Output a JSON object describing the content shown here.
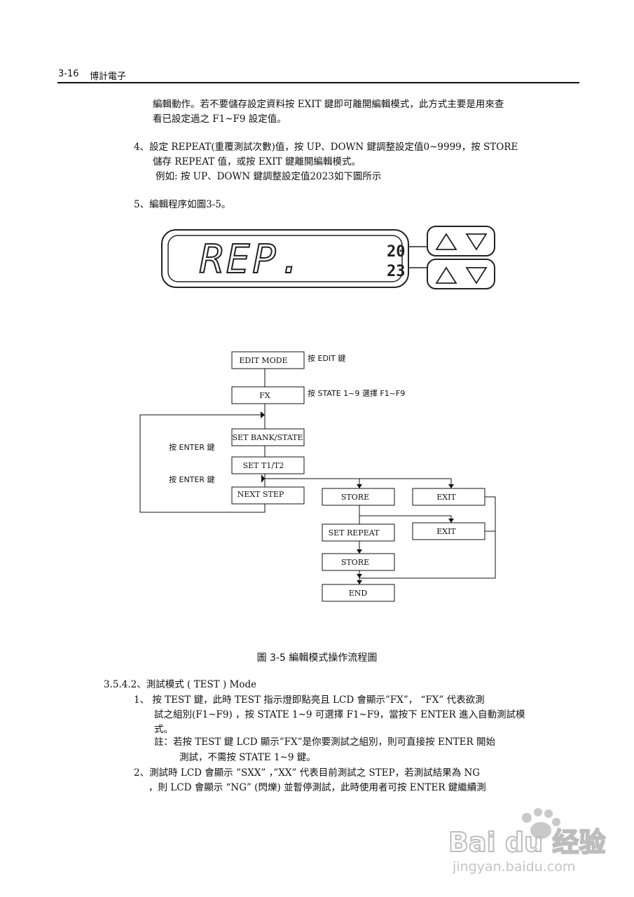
{
  "header": {
    "page_number": "3-16",
    "company": "博計電子"
  },
  "edit_section": {
    "para_cont_1": "編輯動作。若不要儲存設定資料按 EXIT 鍵即可離開編輯模式，此方式主要是用來查",
    "para_cont_2": "看已設定過之 F1~F9 設定值。",
    "item4_line1": "4、設定 REPEAT(重覆測試次數)值，按 UP、DOWN 鍵調整設定值0~9999，按 STORE",
    "item4_line2": "儲存 REPEAT 值，或按 EXIT 鍵離開編輯模式。",
    "item4_line3": "例如: 按 UP、DOWN 鍵調整設定值2023如下圖所示",
    "item5": "5、編輯程序如圖3-5。"
  },
  "lcd": {
    "main_text": "REP.",
    "digits_top": "20",
    "digits_bottom": "23"
  },
  "flowchart": {
    "edit_mode": "EDIT MODE",
    "fx": "FX",
    "set_bank_state": "SET BANK/STATE",
    "set_t1t2": "SET T1/T2",
    "next_step": "NEXT STEP",
    "store_1": "STORE",
    "exit_1": "EXIT",
    "set_repeat": "SET REPEAT",
    "exit_2": "EXIT",
    "store_2": "STORE",
    "end": "END",
    "note_edit": "按 EDIT 鍵",
    "note_state": "按 STATE 1~9 選擇 F1~F9",
    "note_enter_1": "按 ENTER 鍵",
    "note_enter_2": "按 ENTER 鍵"
  },
  "figure_caption": "圖 3-5 編輯模式操作流程圖",
  "test_section": {
    "heading": "3.5.4.2、測試模式 ( TEST ) Mode",
    "item1_line1": "1、 按 TEST 鍵，此時 TEST 指示燈即點亮且 LCD 會顯示”FX”， “FX” 代表欲測",
    "item1_line2": "試之組別(F1~F9) ，按 STATE 1~9 可選擇 F1~F9，當按下 ENTER 進入自動測試模",
    "item1_line3": "式。",
    "note_line1": "註：若按 TEST 鍵 LCD 顯示”FX”是你要測試之組別，則可直接按 ENTER 開始",
    "note_line2": "測試，不需按 STATE 1~9 鍵。",
    "item2_line1": "2、測試時 LCD 會顯示 ”SXX” ，”XX” 代表目前測試之 STEP，若測試結果為 NG",
    "item2_line2": "，則 LCD 會顯示 “NG” (閃爍) 並暫停測試，此時使用者可按 ENTER 鍵繼續測"
  },
  "watermark": {
    "logo": "Bai du 经验",
    "url": "jingyan.baidu.com"
  }
}
